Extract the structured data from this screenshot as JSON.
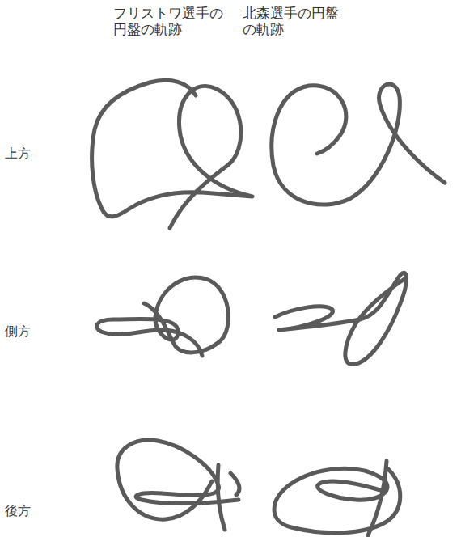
{
  "diagram": {
    "labels": [
      "フリストワ選手の 円盤の軌跡",
      "北森選手の円盤 の軌跡",
      "上方",
      "側方",
      "後方"
    ]
  }
}
